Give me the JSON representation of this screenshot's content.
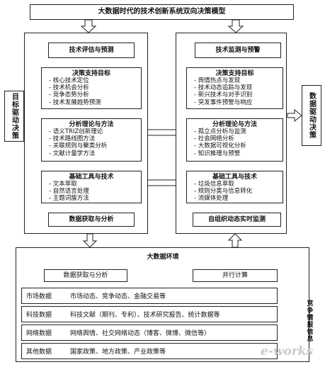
{
  "title": "大数据时代的技术创新系统双向决策模型",
  "left": {
    "header": "技术评估与预测",
    "side_label": "目标驱动决策",
    "sections": [
      {
        "title": "决策支持目标",
        "items": [
          "核心技术定位",
          "技术机会分析",
          "竞争态势分析",
          "技术发展趋势预测"
        ]
      },
      {
        "title": "分析理论与方法",
        "items": [
          "语义TRIZ创新理论",
          "技术路线图方法",
          "关联规则与聚类分析",
          "文献计量学方法"
        ]
      },
      {
        "title": "基础工具与技术",
        "items": [
          "文本萃取",
          "自然语言处理",
          "主题词簇方法"
        ]
      }
    ],
    "footer": "数据获取与分析"
  },
  "right": {
    "header": "技术监测与预警",
    "side_label": "数据驱动决策",
    "sections": [
      {
        "title": "决策支持目标",
        "items": [
          "舆情热点与发现",
          "技术动态追踪与发现",
          "新兴技术与对手识别",
          "突发事件预警与响应"
        ]
      },
      {
        "title": "分析理论与方法",
        "items": [
          "孤立点分析与监测",
          "社会网络分析",
          "大数据可视化分析",
          "知识推理与预警"
        ]
      },
      {
        "title": "基础工具与技术",
        "items": [
          "垃圾信息萃取",
          "规则分类与信息转化",
          "流媒体处理"
        ]
      }
    ],
    "footer": "自组织动态实时监测"
  },
  "env": {
    "title": "大数据环境",
    "box_left": "数据获取与分析",
    "box_right": "并行计算",
    "vertical_label": "竞争情报信息",
    "rows": [
      {
        "label": "市场数据",
        "content": "市场动态、竞争动态、金融交易等"
      },
      {
        "label": "科技数据",
        "content": "科技文献（期刊、专利）、技术研究报告、统计数据等"
      },
      {
        "label": "网络数据",
        "content": "网络舆情、社交网络动态（博客、微博、微信等）"
      },
      {
        "label": "其他数据",
        "content": "国家政策、地方政策、产业政策等"
      }
    ]
  },
  "watermark": "e-works"
}
